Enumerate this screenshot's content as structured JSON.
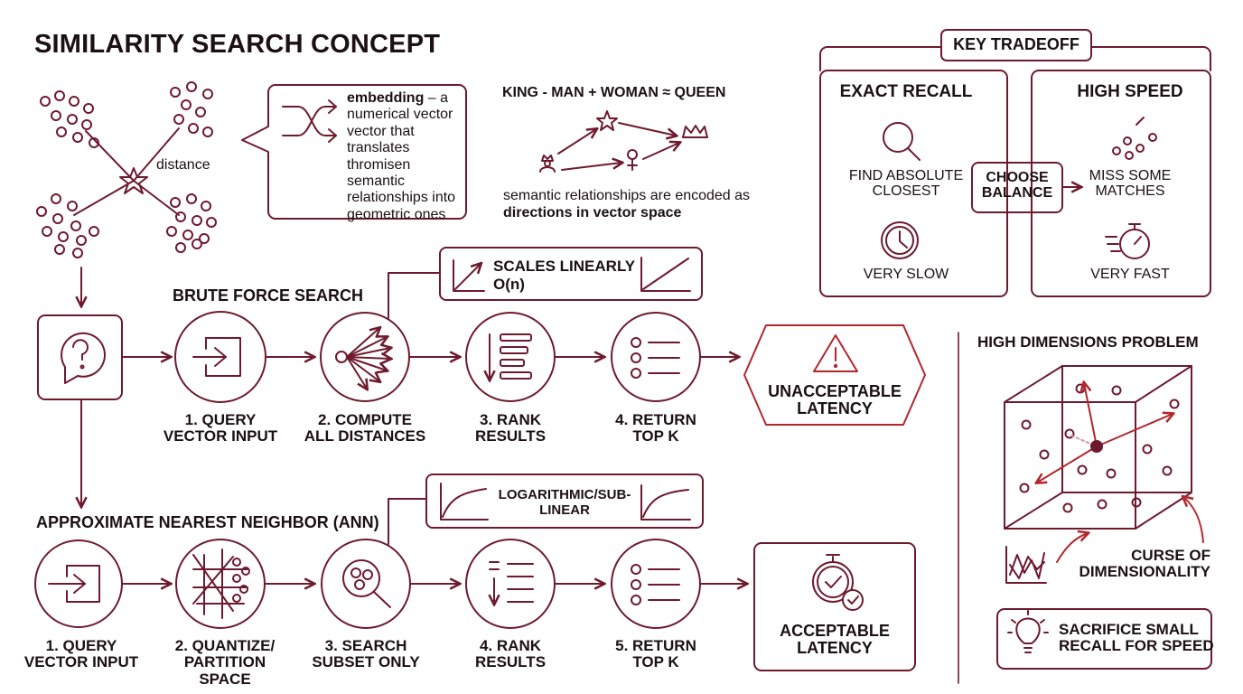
{
  "title": "SIMILARITY SEARCH CONCEPT",
  "colors": {
    "maroon": "#6e1a2e",
    "red": "#b3262e",
    "ink": "#1c1014"
  },
  "embedding_panel": {
    "distance_label": "distance",
    "term": "embedding",
    "definition": " – a numerical vector vector that translates thromisen semantic relationships into geometric ones",
    "icon": "shuffle-icon"
  },
  "analogy": {
    "equation": "KING - MAN + WOMAN ≈ QUEEN",
    "caption_plain": "semantic relationships are encoded as ",
    "caption_bold": "directions in vector space"
  },
  "tradeoff": {
    "title": "KEY TRADEOFF",
    "exact": {
      "title": "EXACT RECALL",
      "top": "FIND ABSOLUTE\nCLOSEST",
      "bottom": "VERY SLOW"
    },
    "speed": {
      "title": "HIGH SPEED",
      "top": "MISS SOME\nMATCHES",
      "bottom": "VERY FAST"
    },
    "choose": "CHOOSE\nBALANCE"
  },
  "brute": {
    "title": "BRUTE FORCE SEARCH",
    "scaling": "SCALES LINEARLY\nO(n)",
    "steps": [
      "1. QUERY\nVECTOR INPUT",
      "2. COMPUTE\nALL DISTANCES",
      "3. RANK\nRESULTS",
      "4. RETURN\nTOP K"
    ],
    "outcome": "UNACCEPTABLE\nLATENCY"
  },
  "ann": {
    "title": "APPROXIMATE NEAREST NEIGHBOR (ANN)",
    "scaling": "LOGARITHMIC/SUB-\nLINEAR",
    "steps": [
      "1. QUERY\nVECTOR INPUT",
      "2. QUANTIZE/\nPARTITION SPACE",
      "3. SEARCH\nSUBSET ONLY",
      "4. RANK\nRESULTS",
      "5. RETURN\nTOP K"
    ],
    "outcome": "ACCEPTABLE\nLATENCY"
  },
  "high_dim": {
    "title": "HIGH DIMENSIONS PROBLEM",
    "curse": "CURSE OF\nDIMENSIONALITY",
    "sacrifice": "SACRIFICE SMALL\nRECALL FOR SPEED"
  }
}
